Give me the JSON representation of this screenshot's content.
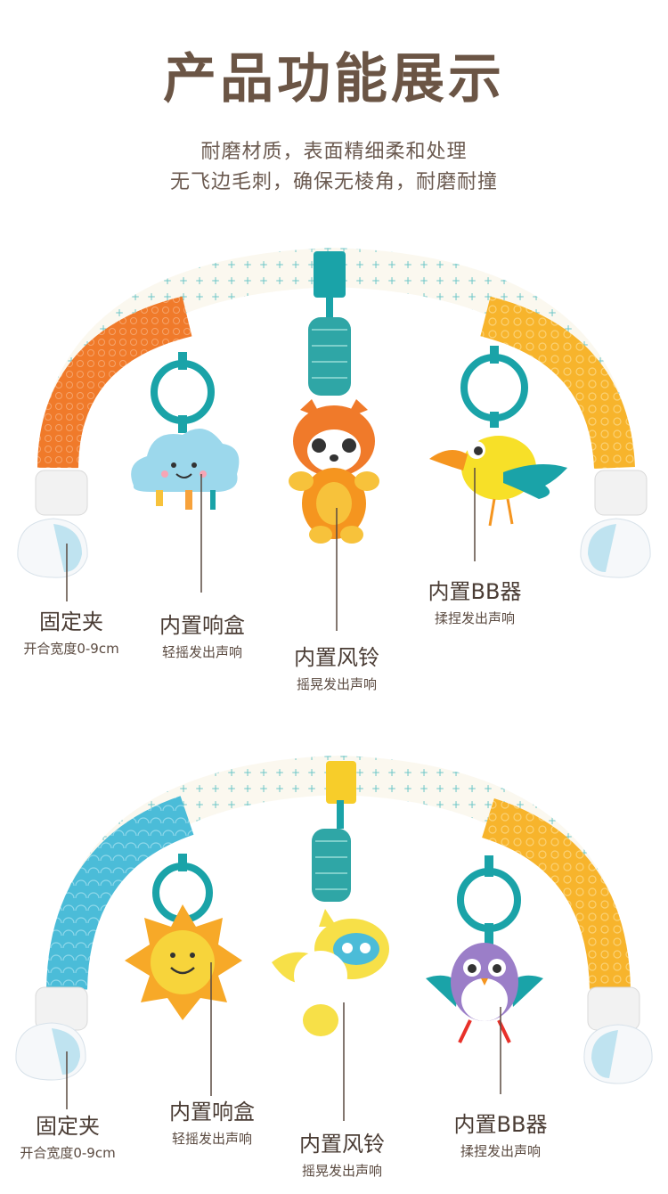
{
  "header": {
    "title": "产品功能展示",
    "line1": "耐磨材质，表面精细柔和处理",
    "line2": "无飞边毛刺，确保无棱角，耐磨耐撞"
  },
  "colors": {
    "teal": "#1aa3a8",
    "orange": "#f07a2a",
    "yellow": "#f7b42c",
    "skyblue": "#4bbcd8",
    "cream": "#fbf8ef",
    "text": "#4a3c34"
  },
  "scene1": {
    "clip": {
      "title": "固定夹",
      "desc": "开合宽度0-9cm"
    },
    "left": {
      "title": "内置响盒",
      "desc": "轻摇发出声响"
    },
    "mid": {
      "title": "内置风铃",
      "desc": "摇晃发出声响"
    },
    "right": {
      "title": "内置BB器",
      "desc": "揉捏发出声响"
    }
  },
  "scene2": {
    "clip": {
      "title": "固定夹",
      "desc": "开合宽度0-9cm"
    },
    "left": {
      "title": "内置响盒",
      "desc": "轻摇发出声响"
    },
    "mid": {
      "title": "内置风铃",
      "desc": "摇晃发出声响"
    },
    "right": {
      "title": "内置BB器",
      "desc": "揉捏发出声响"
    }
  }
}
